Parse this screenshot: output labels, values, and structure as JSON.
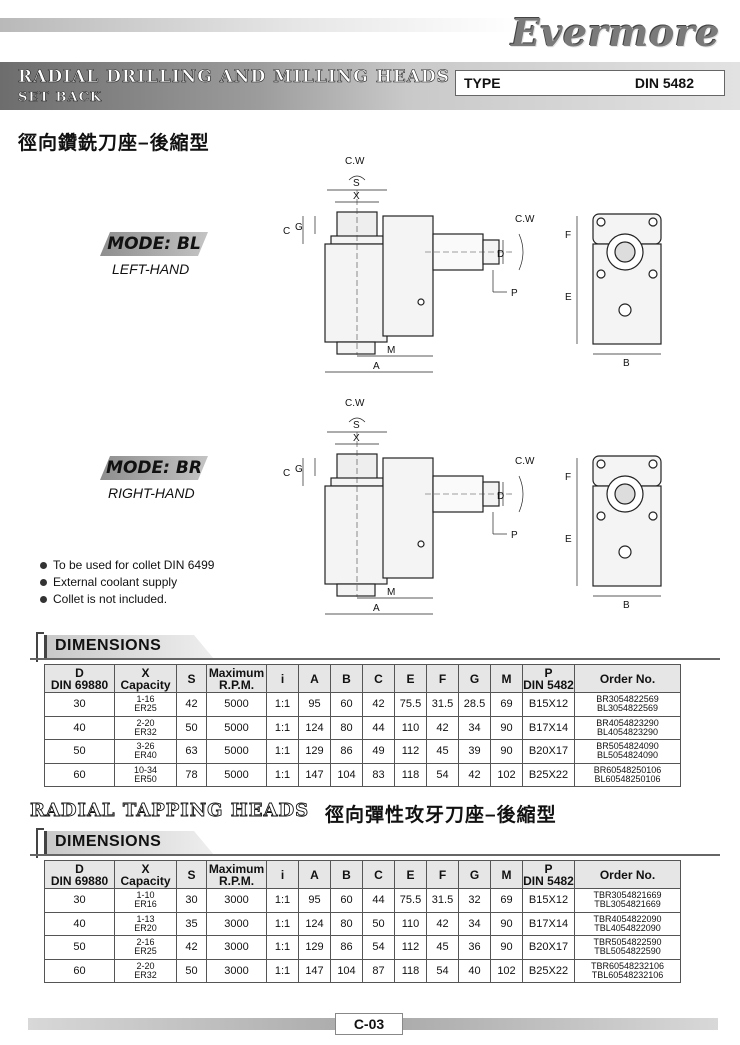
{
  "header": {
    "brand": "Evermore",
    "title": "RADIAL DRILLING AND MILLING HEADS",
    "subtitle": "SET BACK",
    "type_label": "TYPE",
    "type_value": "DIN 5482",
    "cn_title": "徑向鑽銑刀座–後縮型"
  },
  "drawings": {
    "bl": {
      "mode": "MODE: BL",
      "hand": "LEFT-HAND"
    },
    "br": {
      "mode": "MODE: BR",
      "hand": "RIGHT-HAND"
    },
    "labels": {
      "cw": "C.W",
      "s": "S",
      "x": "X",
      "c": "C",
      "g": "G",
      "d": "D",
      "p": "P",
      "m": "M",
      "a": "A",
      "f": "F",
      "e": "E",
      "b": "B"
    }
  },
  "notes": [
    "To be used for collet DIN 6499",
    "External coolant supply",
    "Collet is not included."
  ],
  "dimensions_title": "DIMENSIONS",
  "columns": {
    "d": "D",
    "d_sub": "DIN 69880",
    "x": "X",
    "x_sub": "Capacity",
    "s": "S",
    "rpm": "Maximum",
    "rpm_sub": "R.P.M.",
    "i": "i",
    "a": "A",
    "b": "B",
    "c": "C",
    "e": "E",
    "f": "F",
    "g": "G",
    "m": "M",
    "p": "P",
    "p_sub": "DIN 5482",
    "order": "Order No."
  },
  "drilling": {
    "rows": [
      {
        "d": "30",
        "x1": "1-16",
        "x2": "ER25",
        "s": "42",
        "rpm": "5000",
        "i": "1:1",
        "a": "95",
        "b": "60",
        "c": "42",
        "e": "75.5",
        "f": "31.5",
        "g": "28.5",
        "m": "69",
        "p": "B15X12",
        "o1": "BR3054822569",
        "o2": "BL3054822569"
      },
      {
        "d": "40",
        "x1": "2-20",
        "x2": "ER32",
        "s": "50",
        "rpm": "5000",
        "i": "1:1",
        "a": "124",
        "b": "80",
        "c": "44",
        "e": "110",
        "f": "42",
        "g": "34",
        "m": "90",
        "p": "B17X14",
        "o1": "BR4054823290",
        "o2": "BL4054823290"
      },
      {
        "d": "50",
        "x1": "3-26",
        "x2": "ER40",
        "s": "63",
        "rpm": "5000",
        "i": "1:1",
        "a": "129",
        "b": "86",
        "c": "49",
        "e": "112",
        "f": "45",
        "g": "39",
        "m": "90",
        "p": "B20X17",
        "o1": "BR5054824090",
        "o2": "BL5054824090"
      },
      {
        "d": "60",
        "x1": "10-34",
        "x2": "ER50",
        "s": "78",
        "rpm": "5000",
        "i": "1:1",
        "a": "147",
        "b": "104",
        "c": "83",
        "e": "118",
        "f": "54",
        "g": "42",
        "m": "102",
        "p": "B25X22",
        "o1": "BR60548250106",
        "o2": "BL60548250106"
      }
    ]
  },
  "tapping": {
    "title": "RADIAL TAPPING HEADS",
    "cn_title": "徑向彈性攻牙刀座–後縮型",
    "rows": [
      {
        "d": "30",
        "x1": "1-10",
        "x2": "ER16",
        "s": "30",
        "rpm": "3000",
        "i": "1:1",
        "a": "95",
        "b": "60",
        "c": "44",
        "e": "75.5",
        "f": "31.5",
        "g": "32",
        "m": "69",
        "p": "B15X12",
        "o1": "TBR3054821669",
        "o2": "TBL3054821669"
      },
      {
        "d": "40",
        "x1": "1-13",
        "x2": "ER20",
        "s": "35",
        "rpm": "3000",
        "i": "1:1",
        "a": "124",
        "b": "80",
        "c": "50",
        "e": "110",
        "f": "42",
        "g": "34",
        "m": "90",
        "p": "B17X14",
        "o1": "TBR4054822090",
        "o2": "TBL4054822090"
      },
      {
        "d": "50",
        "x1": "2-16",
        "x2": "ER25",
        "s": "42",
        "rpm": "3000",
        "i": "1:1",
        "a": "129",
        "b": "86",
        "c": "54",
        "e": "112",
        "f": "45",
        "g": "36",
        "m": "90",
        "p": "B20X17",
        "o1": "TBR5054822590",
        "o2": "TBL5054822590"
      },
      {
        "d": "60",
        "x1": "2-20",
        "x2": "ER32",
        "s": "50",
        "rpm": "3000",
        "i": "1:1",
        "a": "147",
        "b": "104",
        "c": "87",
        "e": "118",
        "f": "54",
        "g": "40",
        "m": "102",
        "p": "B25X22",
        "o1": "TBR60548232106",
        "o2": "TBL60548232106"
      }
    ]
  },
  "footer": {
    "page": "C-03"
  }
}
